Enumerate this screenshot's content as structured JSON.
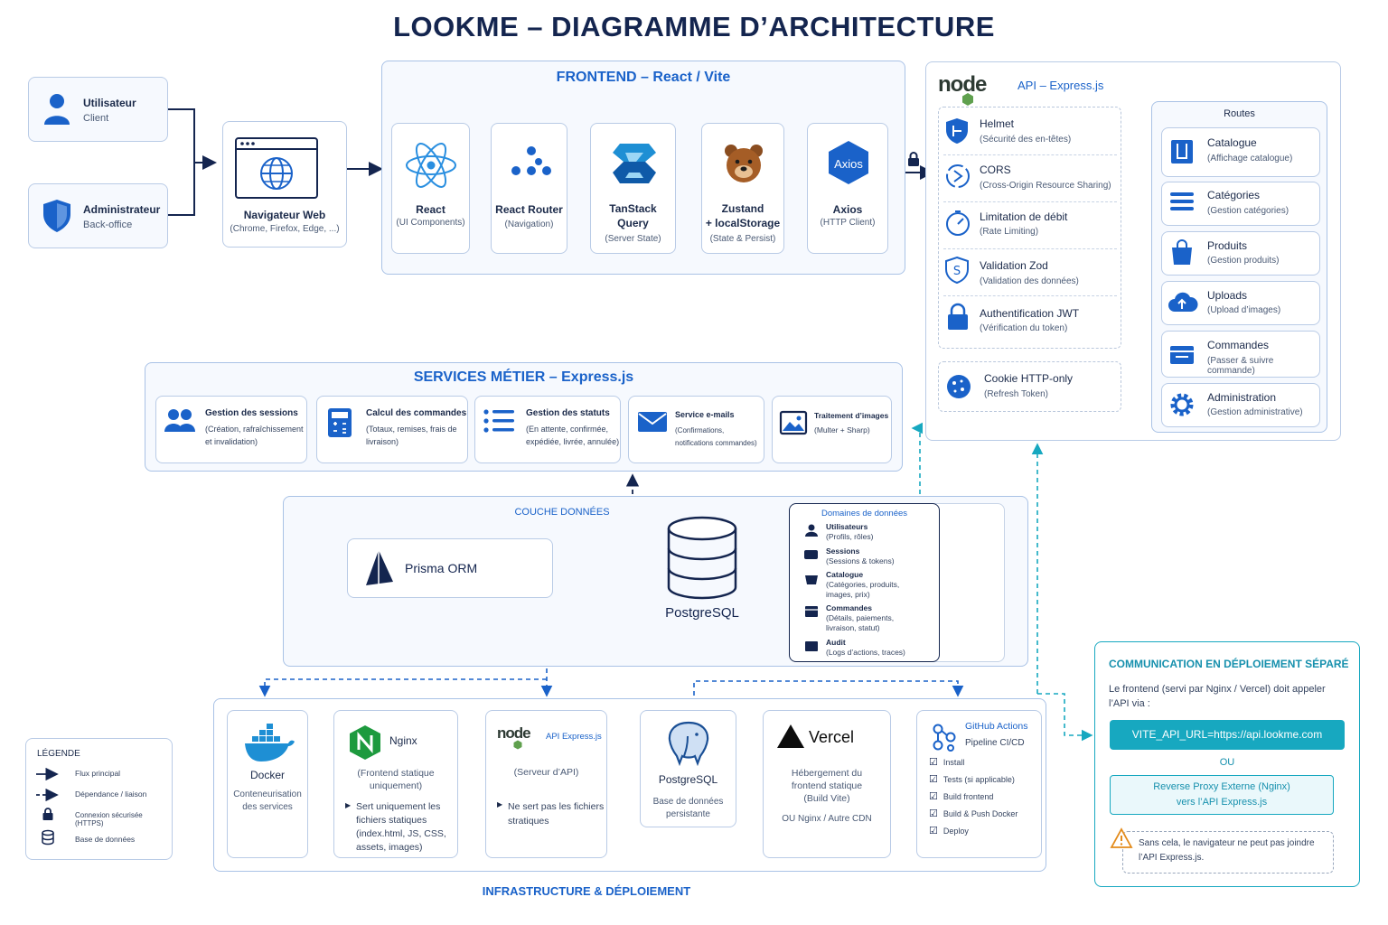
{
  "title": "LOOKME – DIAGRAMME D’ARCHITECTURE",
  "actors": {
    "user": {
      "title": "Utilisateur",
      "sub": "Client"
    },
    "admin": {
      "title": "Administrateur",
      "sub": "Back-office"
    }
  },
  "browser": {
    "title": "Navigateur Web",
    "sub": "(Chrome, Firefox, Edge, ...)"
  },
  "frontend": {
    "title": "FRONTEND – React / Vite",
    "items": [
      {
        "title": "React",
        "sub": "(UI Components)"
      },
      {
        "title": "React Router",
        "sub": "(Navigation)"
      },
      {
        "title": "TanStack\nQuery",
        "sub": "(Server State)"
      },
      {
        "title": "Zustand\n+ localStorage",
        "sub": "(State & Persist)"
      },
      {
        "title": "Axios",
        "sub": "(HTTP Client)"
      }
    ],
    "axios_logo": "Axios"
  },
  "api": {
    "logo": "node",
    "title": "API – Express.js",
    "middlewares": [
      {
        "title": "Helmet",
        "sub": "(Sécurité des en-têtes)"
      },
      {
        "title": "CORS",
        "sub": "(Cross-Origin Resource Sharing)"
      },
      {
        "title": "Limitation de débit",
        "sub": "(Rate Limiting)"
      },
      {
        "title": "Validation Zod",
        "sub": "(Validation des données)"
      },
      {
        "title": "Authentification JWT",
        "sub": "(Vérification du token)"
      }
    ],
    "cookie": {
      "title": "Cookie HTTP-only",
      "sub": "(Refresh Token)"
    },
    "routes_title": "Routes",
    "routes": [
      {
        "title": "Catalogue",
        "sub": "(Affichage catalogue)"
      },
      {
        "title": "Catégories",
        "sub": "(Gestion catégories)"
      },
      {
        "title": "Produits",
        "sub": "(Gestion produits)"
      },
      {
        "title": "Uploads",
        "sub": "(Upload d’images)"
      },
      {
        "title": "Commandes",
        "sub": "(Passer & suivre commande)"
      },
      {
        "title": "Administration",
        "sub": "(Gestion administrative)"
      }
    ]
  },
  "services": {
    "title": "SERVICES MÉTIER – Express.js",
    "items": [
      {
        "title": "Gestion des sessions",
        "sub": "(Création, rafraîchissement et invalidation)"
      },
      {
        "title": "Calcul des commandes",
        "sub": "(Totaux, remises, frais de livraison)"
      },
      {
        "title": "Gestion des statuts",
        "sub": "(En attente, confirmée, expédiée, livrée, annulée)"
      },
      {
        "title": "Service e-mails",
        "sub": "(Confirmations, notifications commandes)"
      },
      {
        "title": "Traitement d’images",
        "sub": "(Multer + Sharp)"
      }
    ]
  },
  "data_layer": {
    "title": "COUCHE DONNÉES",
    "orm": "Prisma ORM",
    "db": "PostgreSQL",
    "domains_title": "Domaines de données",
    "domains": [
      {
        "title": "Utilisateurs",
        "sub": "(Profils, rôles)"
      },
      {
        "title": "Sessions",
        "sub": "(Sessions & tokens)"
      },
      {
        "title": "Catalogue",
        "sub": "(Catégories, produits,\nimages, prix)"
      },
      {
        "title": "Commandes",
        "sub": "(Détails, paiements,\nlivraison, statut)"
      },
      {
        "title": "Audit",
        "sub": "(Logs d’actions, traces)"
      }
    ]
  },
  "infra": {
    "title": "INFRASTRUCTURE & DÉPLOIEMENT",
    "docker": {
      "title": "Docker",
      "sub": "Conteneurisation\ndes services"
    },
    "nginx": {
      "title": "Nginx",
      "sub": "(Frontend statique\nuniquement)",
      "note": "Sert uniquement les fichiers statiques (index.html, JS, CSS, assets, images)"
    },
    "api": {
      "logo": "node",
      "title": "API Express.js",
      "sub": "(Serveur d’API)",
      "note": "Ne sert pas les fichiers stratiques"
    },
    "postgres": {
      "title": "PostgreSQL",
      "sub": "Base de données\npersistante"
    },
    "vercel": {
      "title": "Vercel",
      "sub": "Hébergement du\nfrontend statique\n(Build Vite)",
      "alt": "OU Nginx / Autre CDN"
    },
    "github": {
      "title": "GitHub Actions",
      "sub": "Pipeline CI/CD",
      "steps": [
        "Install",
        "Tests (si applicable)",
        "Build frontend",
        "Build & Push Docker",
        "Deploy"
      ]
    }
  },
  "legend": {
    "title": "LÉGENDE",
    "items": [
      "Flux principal",
      "Dépendance / liaison",
      "Connexion sécurisée (HTTPS)",
      "Base de données"
    ]
  },
  "deploy": {
    "title": "COMMUNICATION EN DÉPLOIEMENT SÉPARÉ",
    "text": "Le frontend (servi par Nginx / Vercel) doit appeler l’API via :",
    "env": "VITE_API_URL=https://api.lookme.com",
    "or": "OU",
    "proxy": "Reverse Proxy Externe (Nginx)\nvers l’API Express.js",
    "warning": "Sans cela, le navigateur ne peut pas joindre l’API Express.js."
  },
  "colors": {
    "accent": "#1a62c9",
    "navy": "#14254f",
    "teal": "#17a8c0"
  }
}
